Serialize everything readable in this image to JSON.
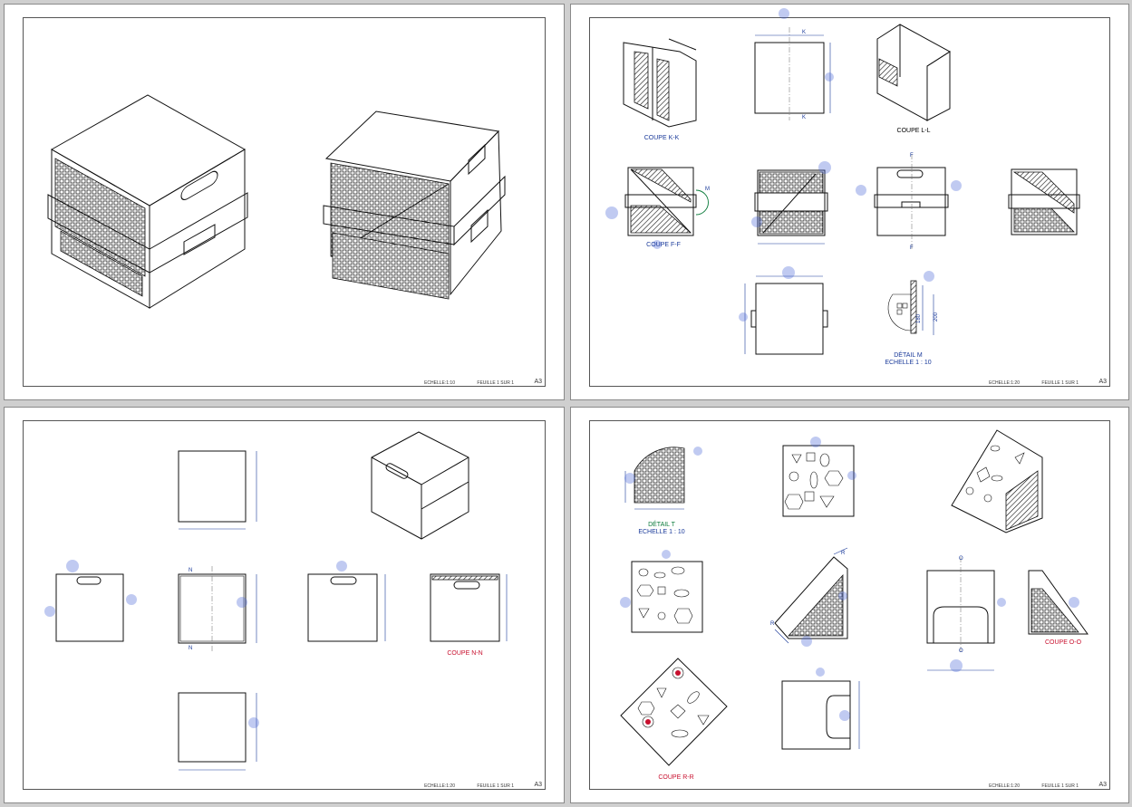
{
  "sheets": [
    {
      "scale": "ECHELLE:1:10",
      "sheet": "FEUILLE 1 SUR 1",
      "format": "A3"
    },
    {
      "scale": "ECHELLE:1:20",
      "sheet": "FEUILLE 1 SUR 1",
      "format": "A3"
    },
    {
      "scale": "ECHELLE:1:20",
      "sheet": "FEUILLE 1 SUR 1",
      "format": "A3"
    },
    {
      "scale": "ECHELLE:1:20",
      "sheet": "FEUILLE 1 SUR 1",
      "format": "A3"
    }
  ],
  "labels": {
    "coupe_kk": "COUPE K-K",
    "coupe_ll": "COUPE L-L",
    "coupe_ff": "COUPE F-F",
    "detail_m": "DÉTAIL M",
    "detail_m_scale": "ECHELLE 1 : 10",
    "coupe_nn": "COUPE N-N",
    "detail_t": "DÉTAIL T",
    "detail_t_scale": "ECHELLE 1 : 10",
    "coupe_oo": "COUPE O-O",
    "coupe_rr": "COUPE R-R"
  },
  "markers": {
    "k": "K",
    "f": "F",
    "m": "M",
    "n": "N",
    "o": "O",
    "r": "R",
    "dim_200": "200",
    "dim_180": "180"
  },
  "colors": {
    "dimension_blue": "#1a3a9a",
    "section_red": "#c8102e",
    "detail_green": "#0a7a3a"
  }
}
